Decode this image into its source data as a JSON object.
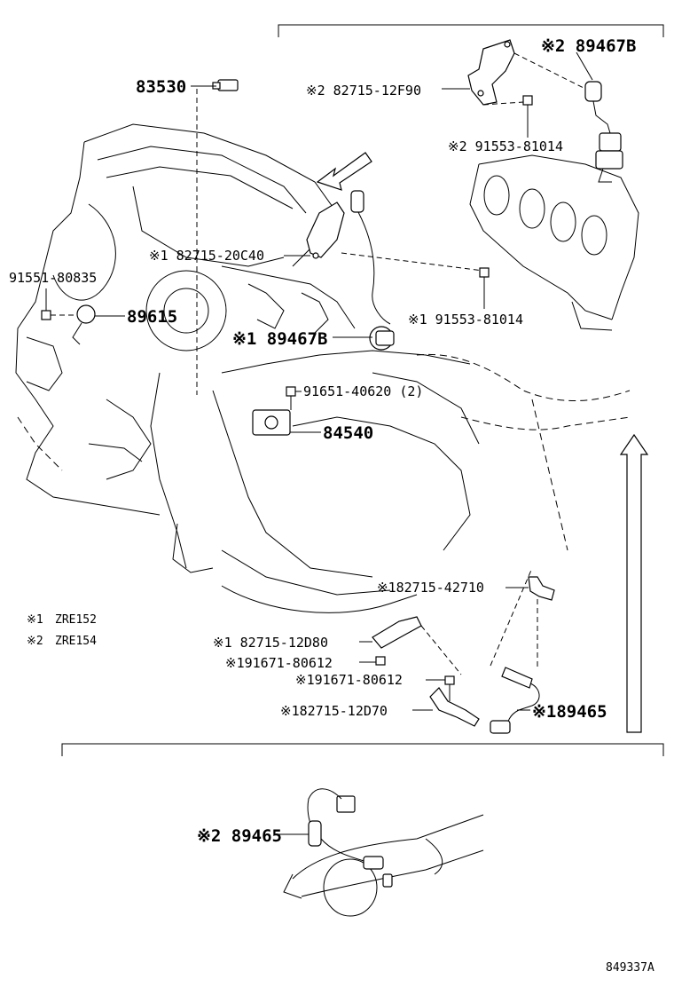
{
  "legend": [
    {
      "mark": "※1",
      "code": "ZRE152"
    },
    {
      "mark": "※2",
      "code": "ZRE154"
    }
  ],
  "callouts": {
    "c83530": "83530",
    "c89467b_top": "※2 89467B",
    "c82715_12f90": "※2 82715-12F90",
    "c91553_top": "※2 91553-81014",
    "c82715_20c40": "※1 82715-20C40",
    "c91551": "91551-80835",
    "c89615": "89615",
    "c91553_mid": "※1 91553-81014",
    "c89467b_mid": "※1 89467B",
    "c91651": "91651-40620 (2)",
    "c84540": "84540",
    "c82715_42710": "※182715-42710",
    "c82715_12d80": "※1 82715-12D80",
    "c91671_a": "※191671-80612",
    "c91671_b": "※191671-80612",
    "c82715_12d70": "※182715-12D70",
    "c89465_1": "※189465",
    "c89465_2": "※2 89465"
  },
  "diagram_id": "849337A"
}
